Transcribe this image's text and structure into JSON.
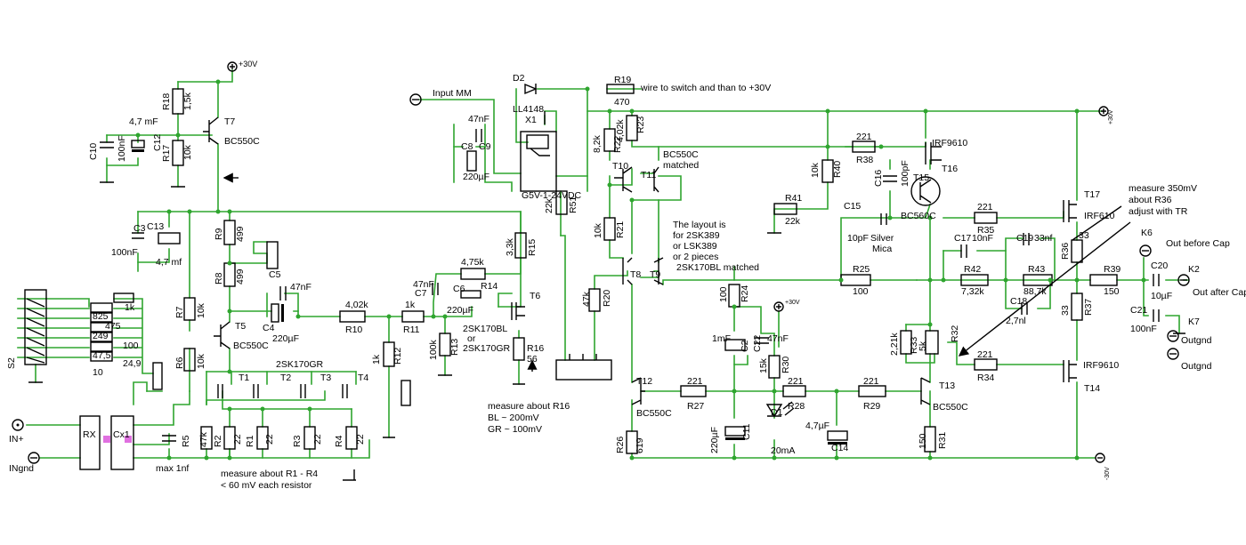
{
  "power": {
    "pos1": "+30V",
    "pos2": "+30V",
    "pos3": "+30V",
    "neg": "-30V"
  },
  "connectors": {
    "input_mm": "Input MM",
    "in_plus": "IN+",
    "in_gnd": "INgnd",
    "k6": "K6",
    "k2": "K2",
    "k7": "K7",
    "out_before": "Out before Cap",
    "out_after": "Out after Cap",
    "outgnd1": "Outgnd",
    "outgnd2": "Outgnd"
  },
  "switch": {
    "name": "S2",
    "values": [
      "1k",
      "825",
      "475",
      "249",
      "100",
      "47,5",
      "24,9",
      "10"
    ]
  },
  "modules": {
    "rx": "RX",
    "cx1": "Cx1",
    "relay": "X1",
    "relay_type": "G5V-1-24VDC"
  },
  "transistors": {
    "t7": "T7",
    "t7_type": "BC550C",
    "t5": "T5",
    "t5_type": "BC550C",
    "t1": "T1",
    "t2": "T2",
    "t3": "T3",
    "t4": "T4",
    "t1_4_type": "2SK170GR",
    "t6": "T6",
    "t6_type1": "2SK170BL",
    "t6_or": "or",
    "t6_type2": "2SK170GR",
    "t8": "T8",
    "t9": "T9",
    "t10": "T10",
    "t11": "T11",
    "t10_11_type1": "BC550C",
    "t10_11_type2": "matched",
    "t12": "T12",
    "t12_type": "BC550C",
    "t13": "T13",
    "t13_type": "BC550C",
    "t14": "T14",
    "t14_type": "IRF9610",
    "t15": "T15",
    "t15_type": "BC560C",
    "t16": "T16",
    "t16_type": "IRF9610",
    "t17": "T17",
    "t17_type": "IRF610"
  },
  "diodes": {
    "d1": "D1",
    "d1_val": "20mA",
    "d2": "D2",
    "d2_type": "LL4148"
  },
  "resistors": {
    "r1": "R1",
    "r1v": "22",
    "r2": "R2",
    "r2v": "22",
    "r3": "R3",
    "r3v": "22",
    "r4": "R4",
    "r4v": "22",
    "r5": "R5",
    "r5v": "47k",
    "r6": "R6",
    "r6v": "10k",
    "r7": "R7",
    "r7v": "10k",
    "r8": "R8",
    "r8v": "499",
    "r9": "R9",
    "r9v": "499",
    "r10": "R10",
    "r10v": "4,02k",
    "r11": "R11",
    "r11v": "1k",
    "r12": "R12",
    "r12v": "1k",
    "r13": "R13",
    "r13v": "100k",
    "r14": "R14",
    "r14v": "4,75k",
    "r15": "R15",
    "r15v": "3,3k",
    "r16": "R16",
    "r16v": "56",
    "r17": "R17",
    "r17v": "10k",
    "r18": "R18",
    "r18v": "1,5k",
    "r19": "R19",
    "r19v": "470",
    "r20": "R20",
    "r20v": "47k",
    "r21": "R21",
    "r21v": "10k",
    "r22": "R22",
    "r22v": "8,2k",
    "r23": "R23",
    "r23v": "4,02k",
    "r24": "R24",
    "r24v": "100",
    "r25": "R25",
    "r25v": "100",
    "r26": "R26",
    "r26v": "619",
    "r27": "R27",
    "r27v": "221",
    "r28": "R28",
    "r28v": "221",
    "r29": "R29",
    "r29v": "221",
    "r30": "R30",
    "r30v": "15k",
    "r31": "R31",
    "r31v": "150",
    "r32": "R32",
    "r32v": "5k",
    "r33": "R33",
    "r33v": "2,21k",
    "r34": "R34",
    "r34v": "221",
    "r35": "R35",
    "r35v": "221",
    "r36": "R36",
    "r36v": "33",
    "r37": "R37",
    "r37v": "33",
    "r38": "R38",
    "r38v": "221",
    "r39": "R39",
    "r39v": "150",
    "r40": "R40",
    "r40v": "10k",
    "r41": "R41",
    "r41v": "22k",
    "r42": "R42",
    "r42v": "7,32k",
    "r43": "R43",
    "r43v": "88,7k",
    "r51": "R51",
    "r51v": "22k"
  },
  "capacitors": {
    "c3": "C3",
    "c3v": "100nF",
    "c4": "C4",
    "c4v": "220µF",
    "c5": "C5",
    "c5v": "47nF",
    "c6": "C6",
    "c6v": "220µF",
    "c7": "C7",
    "c7v": "47nF",
    "c8": "C8",
    "c8v": "47nF",
    "c9": "C9",
    "c9v": "220µF",
    "c10": "C10",
    "c10v": "100nF",
    "c11": "C11",
    "c11v": "220µF",
    "c12": "C12",
    "c12v": "4,7 mF",
    "c13": "C13",
    "c13v": "4,7 mf",
    "c14": "C14",
    "c14v": "4,7µF",
    "c15": "C15",
    "c15v": "10pF",
    "c15t1": "Silver",
    "c15t2": "Mica",
    "c16": "C16",
    "c16v": "100pF",
    "c17": "C17",
    "c17v": "10nF",
    "c18": "C18",
    "c18v": "2,7nl",
    "c19": "C19",
    "c19v": "33nf",
    "c20": "C20",
    "c20v": "10µF",
    "c21": "C21",
    "c21v": "100nF",
    "c22": "C22",
    "c22v": "47nF",
    "c2": "C2",
    "c2v": "1mF",
    "cmax": "max 1nf"
  },
  "notes": {
    "wire": "wire to switch and than to +30V",
    "layout1": "The layout is",
    "layout2": "for 2SK389",
    "layout3": "or LSK389",
    "layout4": "or 2 pieces",
    "layout5": "2SK170BL  matched",
    "r16_1": "measure about R16",
    "r16_2": "BL ~  200mV",
    "r16_3": "GR ~ 100mV",
    "r1_1": "measure about R1 - R4",
    "r1_2": "< 60 mV each resistor",
    "r36_1": "measure 350mV",
    "r36_2": "about R36",
    "r36_3": "adjust with TR"
  }
}
